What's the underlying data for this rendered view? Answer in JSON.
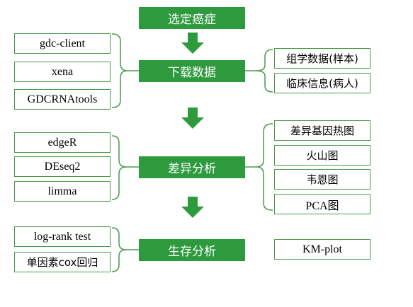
{
  "steps": [
    "选定癌症",
    "下载数据",
    "差异分析",
    "生存分析"
  ],
  "download_tools": [
    "gdc-client",
    "xena",
    "GDCRNAtools"
  ],
  "download_outputs": [
    "组学数据(样本)",
    "临床信息(病人)"
  ],
  "diff_tools": [
    "edgeR",
    "DEseq2",
    "limma"
  ],
  "diff_outputs": [
    "差异基因热图",
    "火山图",
    "韦恩图",
    "PCA图"
  ],
  "survival_tools": [
    "log-rank test",
    "单因素cox回归"
  ],
  "survival_output": "KM-plot",
  "colors": {
    "step_fill": "#2e9a3e",
    "step_text": "#ffffff",
    "box_border": "#4a9a4a",
    "arrow": "#2e9a3e"
  }
}
